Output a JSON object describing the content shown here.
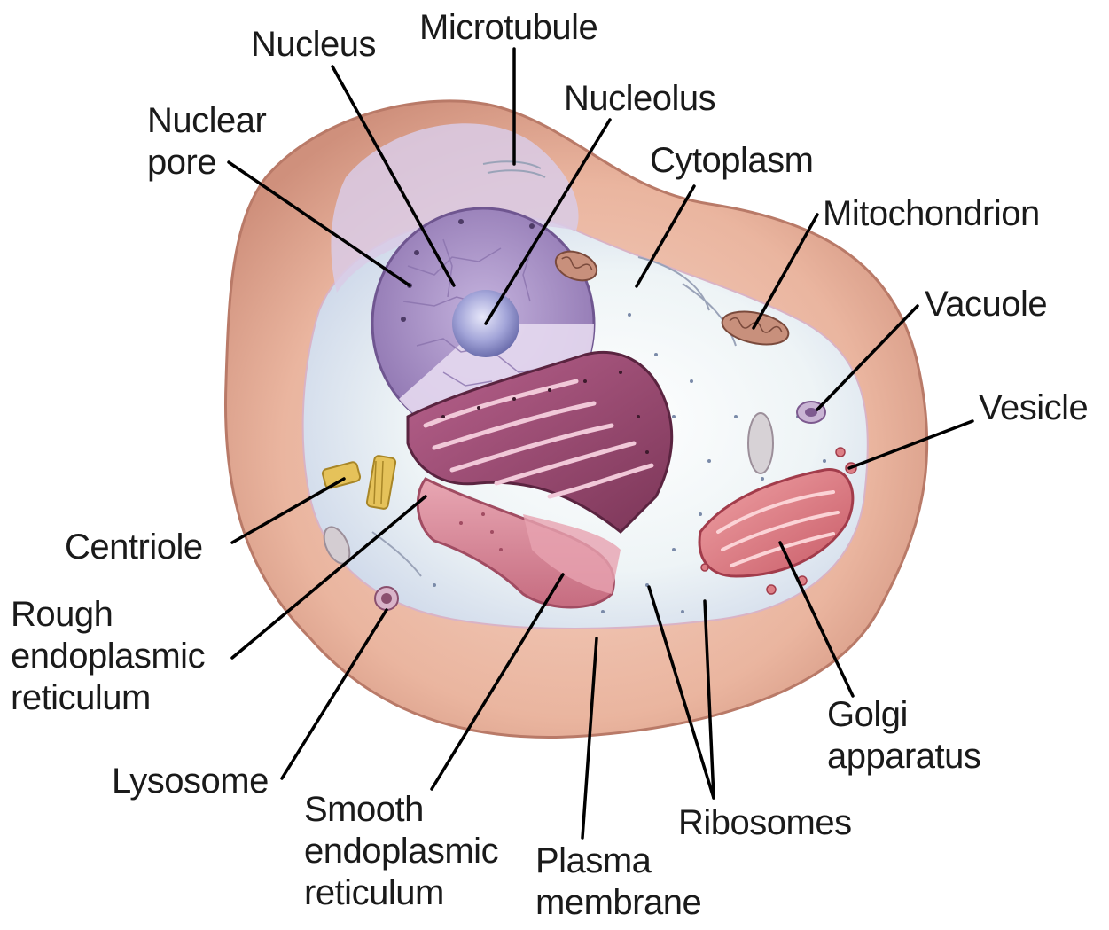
{
  "labels": {
    "nucleus": [
      "Nucleus"
    ],
    "microtubule": [
      "Microtubule"
    ],
    "nucleolus": [
      "Nucleolus"
    ],
    "nuclear_pore": [
      "Nuclear",
      "pore"
    ],
    "cytoplasm": [
      "Cytoplasm"
    ],
    "mitochondrion": [
      "Mitochondrion"
    ],
    "vacuole": [
      "Vacuole"
    ],
    "vesicle": [
      "Vesicle"
    ],
    "centriole": [
      "Centriole"
    ],
    "rough_er": [
      "Rough",
      "endoplasmic",
      "reticulum"
    ],
    "lysosome": [
      "Lysosome"
    ],
    "smooth_er": [
      "Smooth",
      "endoplasmic",
      "reticulum"
    ],
    "plasma_membrane": [
      "Plasma",
      "membrane"
    ],
    "ribosomes": [
      "Ribosomes"
    ],
    "golgi": [
      "Golgi",
      "apparatus"
    ]
  },
  "colors": {
    "membrane": "#eab59f",
    "membrane_dark": "#c98b78",
    "cytoplasm": "#eef4f6",
    "nucleus": "#a48cc2",
    "nucleolus": "#8e8fc6",
    "rough_er": "#9c4d73",
    "smooth_er": "#d98a9c",
    "golgi": "#dc7f86",
    "mitochondrion": "#b67a66",
    "centriole": "#e5c25a",
    "leader_line": "#000000"
  }
}
